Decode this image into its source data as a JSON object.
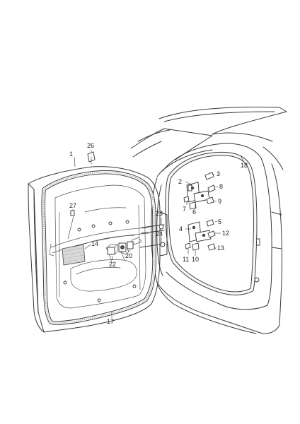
{
  "callouts": {
    "c1": "1",
    "c2": "2",
    "c3": "3",
    "c4": "4",
    "c5": "5",
    "c6": "6",
    "c7": "7",
    "c8": "8",
    "c9": "9",
    "c10": "10",
    "c11": "11",
    "c12": "12",
    "c13": "13",
    "c14": "14",
    "c17": "17",
    "c18": "18",
    "c20": "20",
    "c22": "22",
    "c23": "23",
    "c24": "24",
    "c26": "26",
    "c27": "27"
  }
}
